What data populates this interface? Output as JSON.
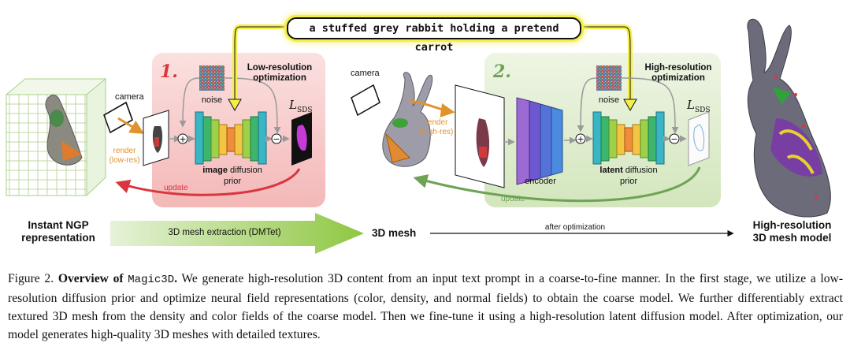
{
  "prompt": "a stuffed grey rabbit holding a pretend carrot",
  "stage1": {
    "number": "1.",
    "title_line1": "Low-resolution",
    "title_line2": "optimization",
    "camera": "camera",
    "noise": "noise",
    "render_line1": "render",
    "render_line2": "(low-res)",
    "prior_bold": "image",
    "prior_rest": " diffusion",
    "prior_line2": "prior",
    "update": "update",
    "loss": "L",
    "loss_sub": "SDS"
  },
  "stage2": {
    "number": "2.",
    "title_line1": "High-resolution",
    "title_line2": "optimization",
    "camera": "camera",
    "noise": "noise",
    "render_line1": "render",
    "render_line2": "(high-res)",
    "encoder": "encoder",
    "prior_bold": "latent",
    "prior_rest": " diffusion",
    "prior_line2": "prior",
    "update": "update",
    "loss": "L",
    "loss_sub": "SDS"
  },
  "bottom": {
    "ngp_line1": "Instant NGP",
    "ngp_line2": "representation",
    "extraction": "3D mesh extraction (DMTet)",
    "mesh": "3D mesh",
    "after": "after optimization",
    "final_line1": "High-resolution",
    "final_line2": "3D mesh model"
  },
  "caption": {
    "fig": "Figure 2.",
    "bold": "Overview of",
    "name": "Magic3D",
    "bold_end": ".",
    "text": " We generate high-resolution 3D content from an input text prompt in a coarse-to-fine manner. In the first stage, we utilize a low-resolution diffusion prior and optimize neural field representations (color, density, and normal fields) to obtain the coarse model. We further differentiably extract textured 3D mesh from the density and color fields of the coarse model. Then we fine-tune it using a high-resolution latent diffusion model. After optimization, our model generates high-quality 3D meshes with detailed textures."
  },
  "colors": {
    "stage1_bg": "#f8d3d3",
    "stage2_bg": "#e6f0da",
    "prompt_glow": "#f3ee4a",
    "update_red": "#d9363e",
    "update_green": "#6ea356",
    "render_orange": "#e0932a"
  }
}
